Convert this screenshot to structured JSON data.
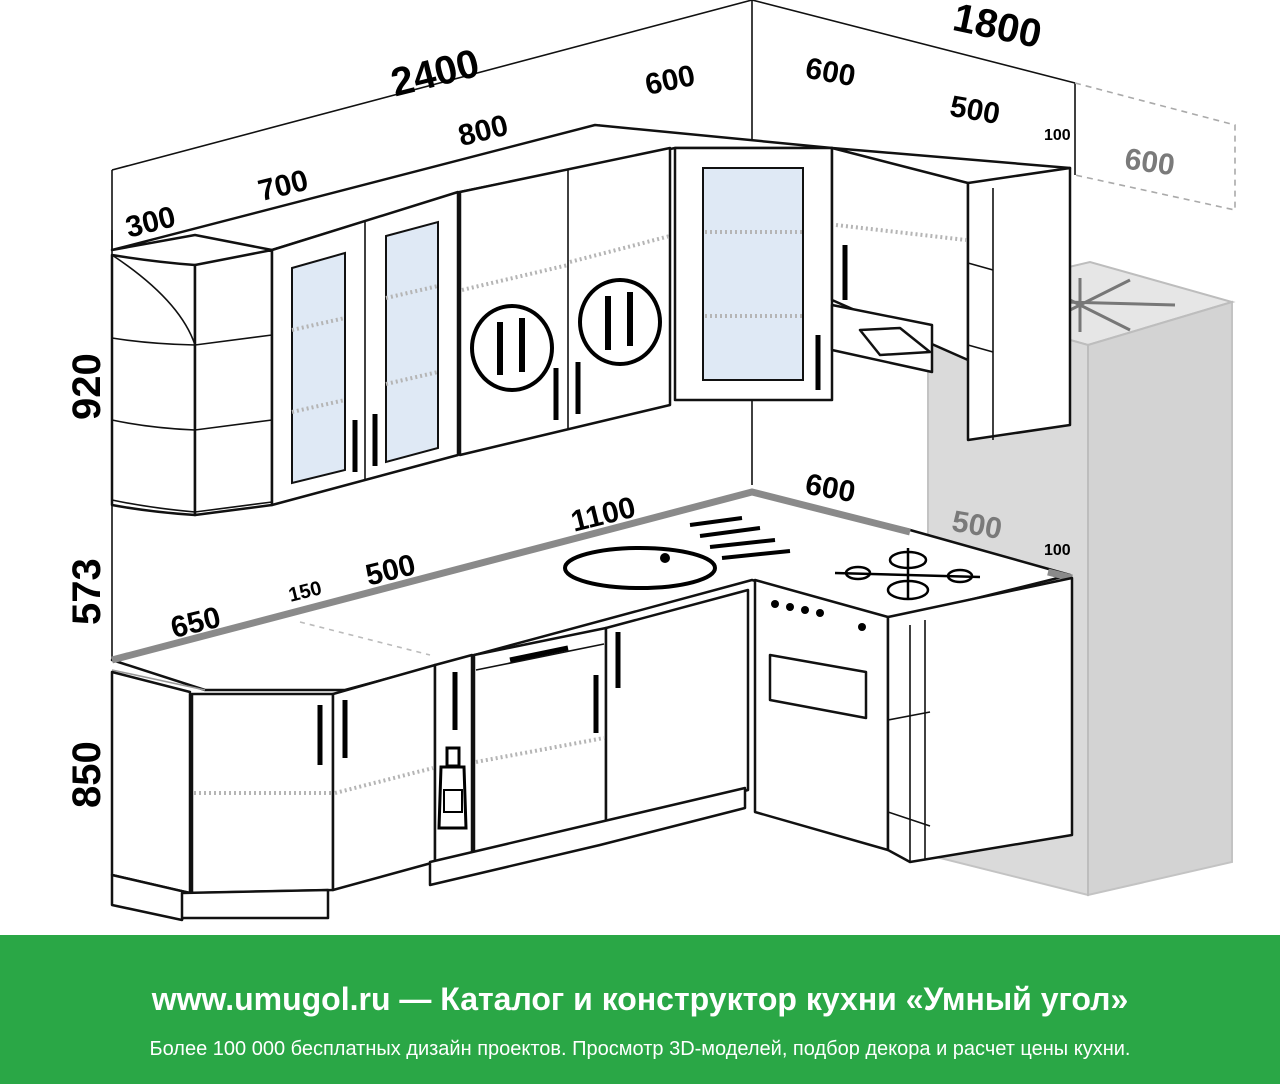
{
  "dimensions": {
    "total_left": "2400",
    "total_right": "1800",
    "upper_300": "300",
    "upper_700": "700",
    "upper_800": "800",
    "upper_600_left": "600",
    "upper_600_right": "600",
    "upper_500": "500",
    "upper_100": "100",
    "fridge_600": "600",
    "height_920": "920",
    "height_573": "573",
    "height_850": "850",
    "base_650": "650",
    "base_150": "150",
    "base_500": "500",
    "base_1100": "1100",
    "base_600": "600",
    "base_500_right": "500",
    "base_100": "100"
  },
  "banner": {
    "title": "www.umugol.ru — Каталог и конструктор кухни «Умный угол»",
    "subtitle": "Более 100 000 бесплатных дизайн проектов. Просмотр 3D-моделей, подбор декора и расчет цены кухни."
  },
  "colors": {
    "banner_bg": "#2aa746",
    "fridge": "#d9d9d9",
    "glass": "#dfe9f5"
  }
}
